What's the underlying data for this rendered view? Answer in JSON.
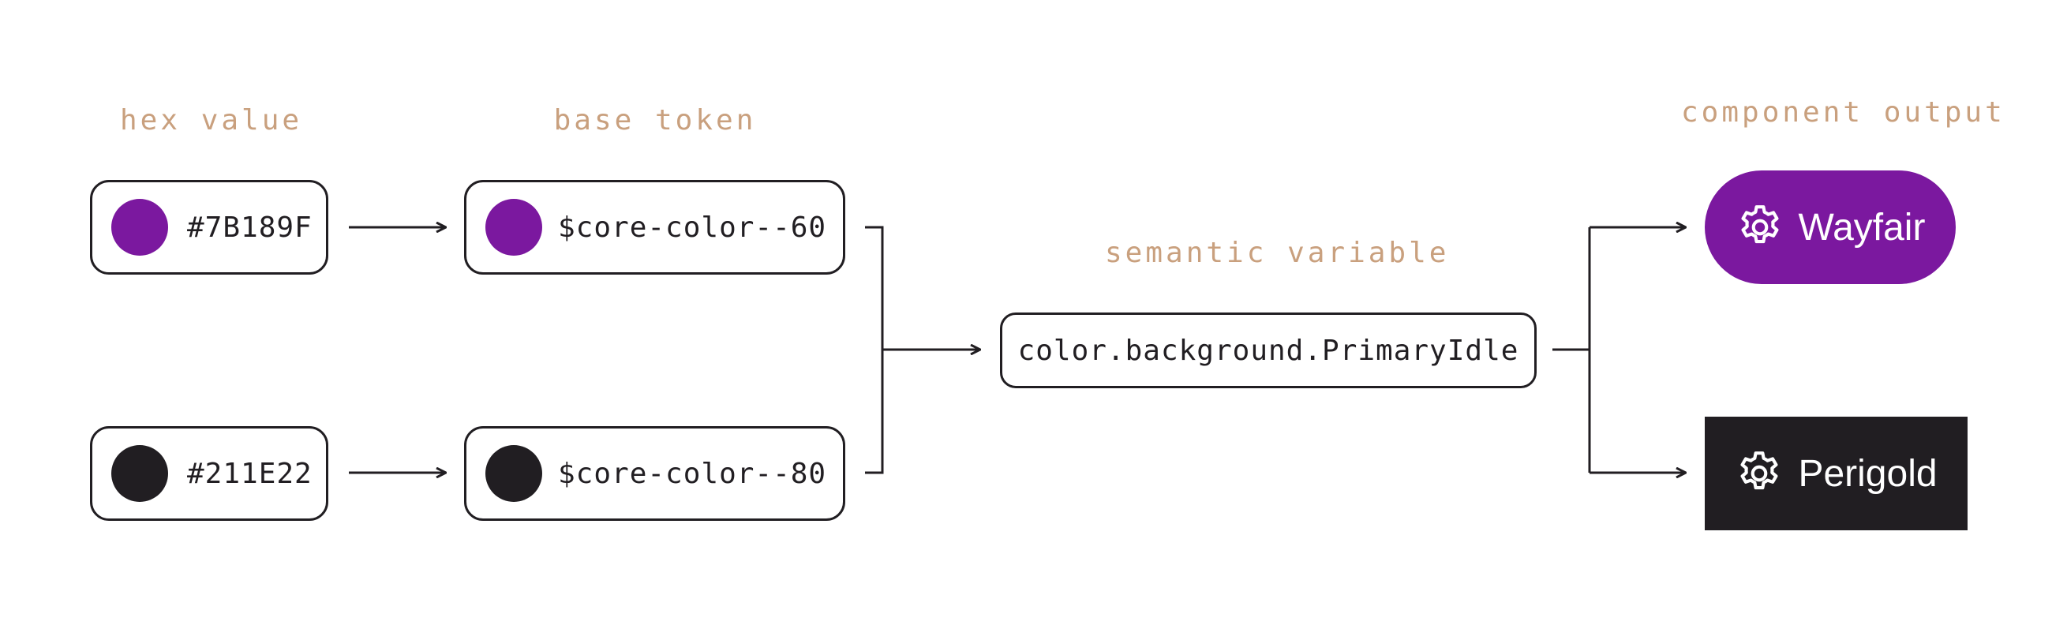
{
  "headers": {
    "hex": "hex value",
    "base": "base token",
    "semantic": "semantic variable",
    "component": "component output"
  },
  "rows": [
    {
      "hex": "#7B189F",
      "token": "$core-color--60",
      "swatch_color": "#7B189F"
    },
    {
      "hex": "#211E22",
      "token": "$core-color--80",
      "swatch_color": "#211E22"
    }
  ],
  "semantic_variable": "color.background.PrimaryIdle",
  "outputs": [
    {
      "label": "Wayfair",
      "icon": "gear-icon",
      "color": "#7B189F"
    },
    {
      "label": "Perigold",
      "icon": "gear-icon",
      "color": "#211E22"
    }
  ],
  "colors": {
    "header": "#C9A07E",
    "stroke": "#211E22"
  }
}
